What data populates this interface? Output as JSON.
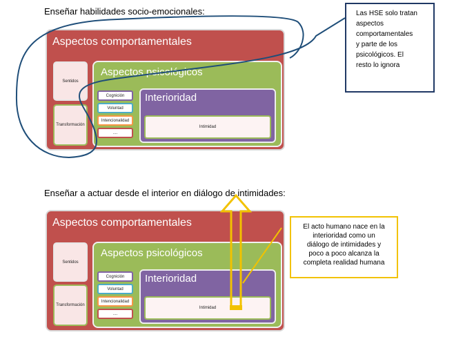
{
  "section1": {
    "heading": "Enseñar habilidades  socio-emocionales:",
    "outer_title": "Aspectos comportamentales",
    "sentidos": "Sentidos",
    "transformacion": "Transformación",
    "psico_title": "Aspectos psicológicos",
    "chips": [
      "Cognición",
      "Voluntad",
      "Intencionalidad",
      "...."
    ],
    "inter_title": "Interioridad",
    "intimidad": "Intimidad"
  },
  "section2": {
    "heading": "Enseñar a actuar desde el interior en diálogo de intimidades:",
    "outer_title": "Aspectos comportamentales",
    "sentidos": "Sentidos",
    "transformacion": "Transformación",
    "psico_title": "Aspectos psicológicos",
    "chips": [
      "Cognición",
      "Voluntad",
      "Intencionalidad",
      "...."
    ],
    "inter_title": "Interioridad",
    "intimidad": "Intimidad"
  },
  "callout_blue": {
    "lines": [
      "Las HSE solo tratan",
      "aspectos",
      "comportamentales",
      "y parte de  los",
      "psicológicos. El",
      "resto lo ignora"
    ],
    "border_color": "#1f3864"
  },
  "callout_yellow": {
    "lines": [
      "El acto humano nace en la",
      "interioridad como un",
      "diálogo de intimidades y",
      "poco a poco alcanza la",
      "completa realidad humana"
    ],
    "border_color": "#f2c200"
  },
  "colors": {
    "outer": "#c0504d",
    "psico": "#9bbb59",
    "inter": "#8064a2",
    "lasso": "#1f4e79",
    "arrow": "#f2c200"
  }
}
